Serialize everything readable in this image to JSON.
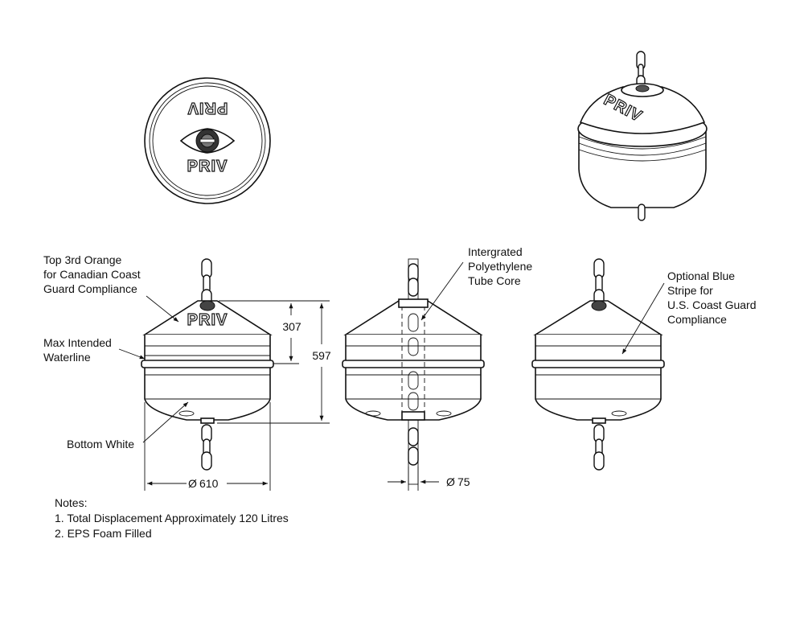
{
  "views": {
    "top_view": {
      "logo_top": "PRIV",
      "logo_bottom": "PRIV"
    },
    "iso_view": {
      "logo": "PRIV"
    },
    "front_view": {
      "logo": "PRIV"
    }
  },
  "callouts": {
    "top_orange": [
      "Top 3rd Orange",
      "for Canadian Coast",
      "Guard Compliance"
    ],
    "waterline": [
      "Max Intended",
      "Waterline"
    ],
    "bottom_white": "Bottom White",
    "tube_core": [
      "Intergrated",
      "Polyethylene",
      "Tube Core"
    ],
    "blue_stripe": [
      "Optional Blue",
      "Stripe for",
      "U.S. Coast Guard",
      "Compliance"
    ]
  },
  "dimensions": {
    "top_height": "307",
    "total_height": "597",
    "diameter": "610",
    "core_diameter": "75",
    "diameter_symbol": "Ø"
  },
  "notes": {
    "heading": "Notes:",
    "items": [
      "1.  Total Displacement Approximately 120 Litres",
      "2.  EPS Foam Filled"
    ]
  }
}
